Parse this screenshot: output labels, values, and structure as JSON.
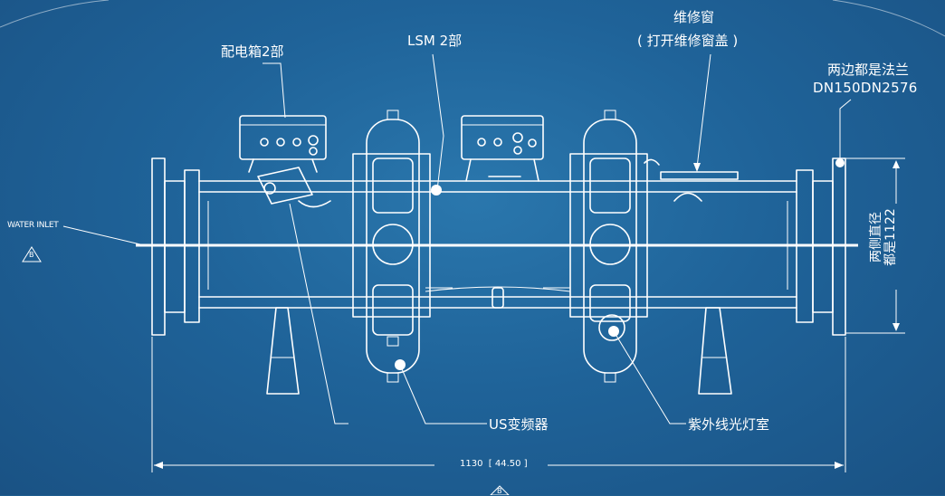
{
  "labels": {
    "water_inlet": "WATER INLET",
    "power_box": "配电箱2部",
    "lsm": "LSM 2部",
    "maintenance_window": "维修窗",
    "maintenance_window_note": "( 打开维修窗盖 )",
    "flange_note": "两边都是法兰",
    "flange_dn": "DN150DN2576",
    "diameter_line1": "两侧直径",
    "diameter_line2": "都是1122",
    "us_inverter": "US变频器",
    "uv_lamp_chamber": "紫外线光灯室",
    "overall_length": "1130",
    "overall_length_inch": "44.50",
    "section_marker": "B"
  },
  "colors": {
    "background": "#1f6399",
    "line": "#ffffff"
  }
}
